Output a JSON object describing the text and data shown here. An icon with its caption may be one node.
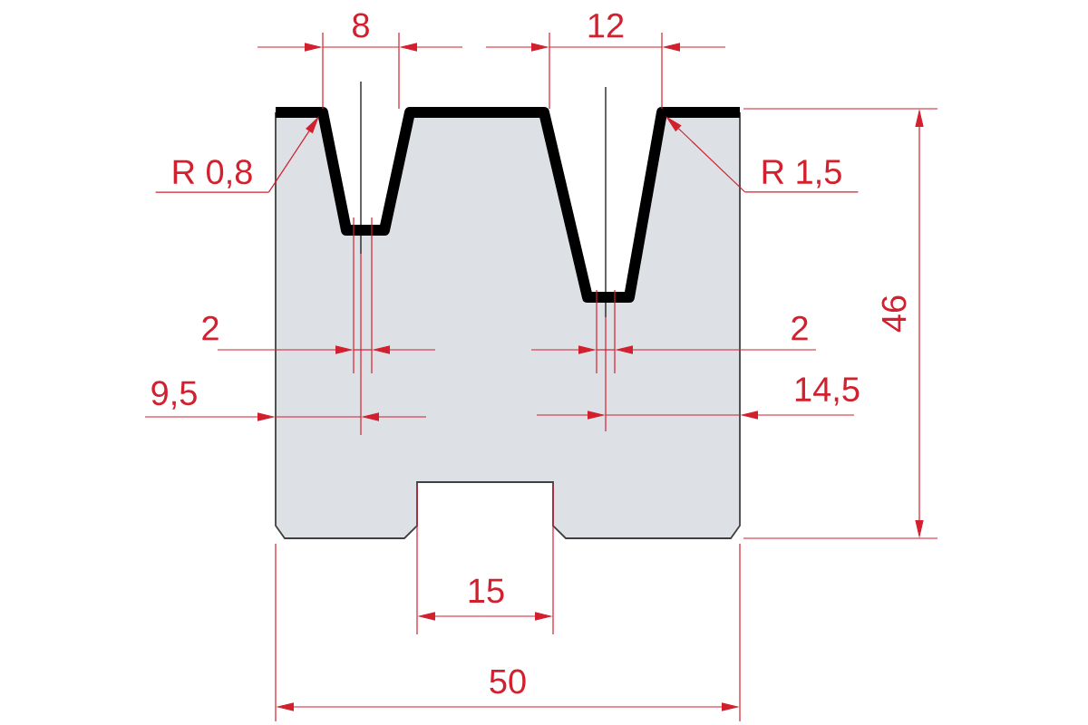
{
  "diagram": {
    "nodes": [
      {
        "text": [
          "R 0,8"
        ]
      },
      {
        "text": [
          "R 1,5"
        ]
      }
    ],
    "edges": [
      {
        "from": 0,
        "to": null,
        "arrow": "to"
      },
      {
        "from": 1,
        "to": null,
        "arrow": "to"
      }
    ],
    "labels": [
      "8",
      "12",
      "46",
      "2",
      "2",
      "9,5",
      "14,5",
      "15",
      "50"
    ]
  }
}
